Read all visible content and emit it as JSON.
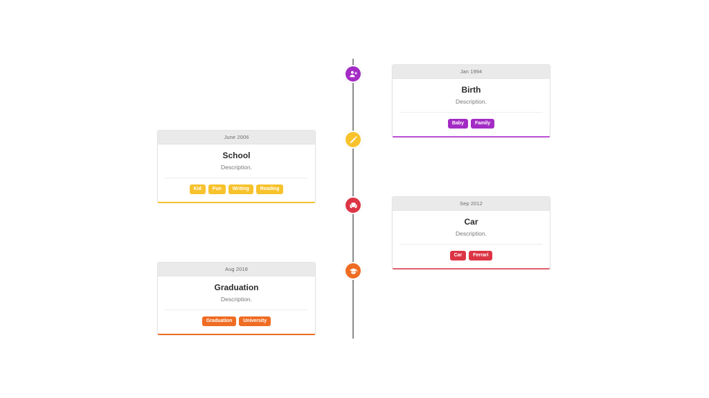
{
  "timeline": {
    "rail_color": "#8a8a8a",
    "events": [
      {
        "id": "birth",
        "date": "Jan 1994",
        "title": "Birth",
        "description": "Description.",
        "side": "right",
        "accent": "#a32cc4",
        "accent_rule": "#bb4fd6",
        "icon": "user-plus-icon",
        "tags": [
          "Baby",
          "Family"
        ]
      },
      {
        "id": "school",
        "date": "June 2006",
        "title": "School",
        "description": "Description.",
        "side": "left",
        "accent": "#f7c22c",
        "accent_rule": "#f7c22c",
        "icon": "pencil-icon",
        "tags": [
          "Kid",
          "Fun",
          "Writing",
          "Reading"
        ]
      },
      {
        "id": "car",
        "date": "Sep 2012",
        "title": "Car",
        "description": "Description.",
        "side": "right",
        "accent": "#dc3545",
        "accent_rule": "#e4606d",
        "icon": "car-icon",
        "tags": [
          "Car",
          "Ferrari"
        ]
      },
      {
        "id": "graduation",
        "date": "Aug 2018",
        "title": "Graduation",
        "description": "Description.",
        "side": "left",
        "accent": "#ef6c23",
        "accent_rule": "#ef6c23",
        "icon": "graduation-cap-icon",
        "tags": [
          "Graduation",
          "University"
        ]
      }
    ]
  }
}
